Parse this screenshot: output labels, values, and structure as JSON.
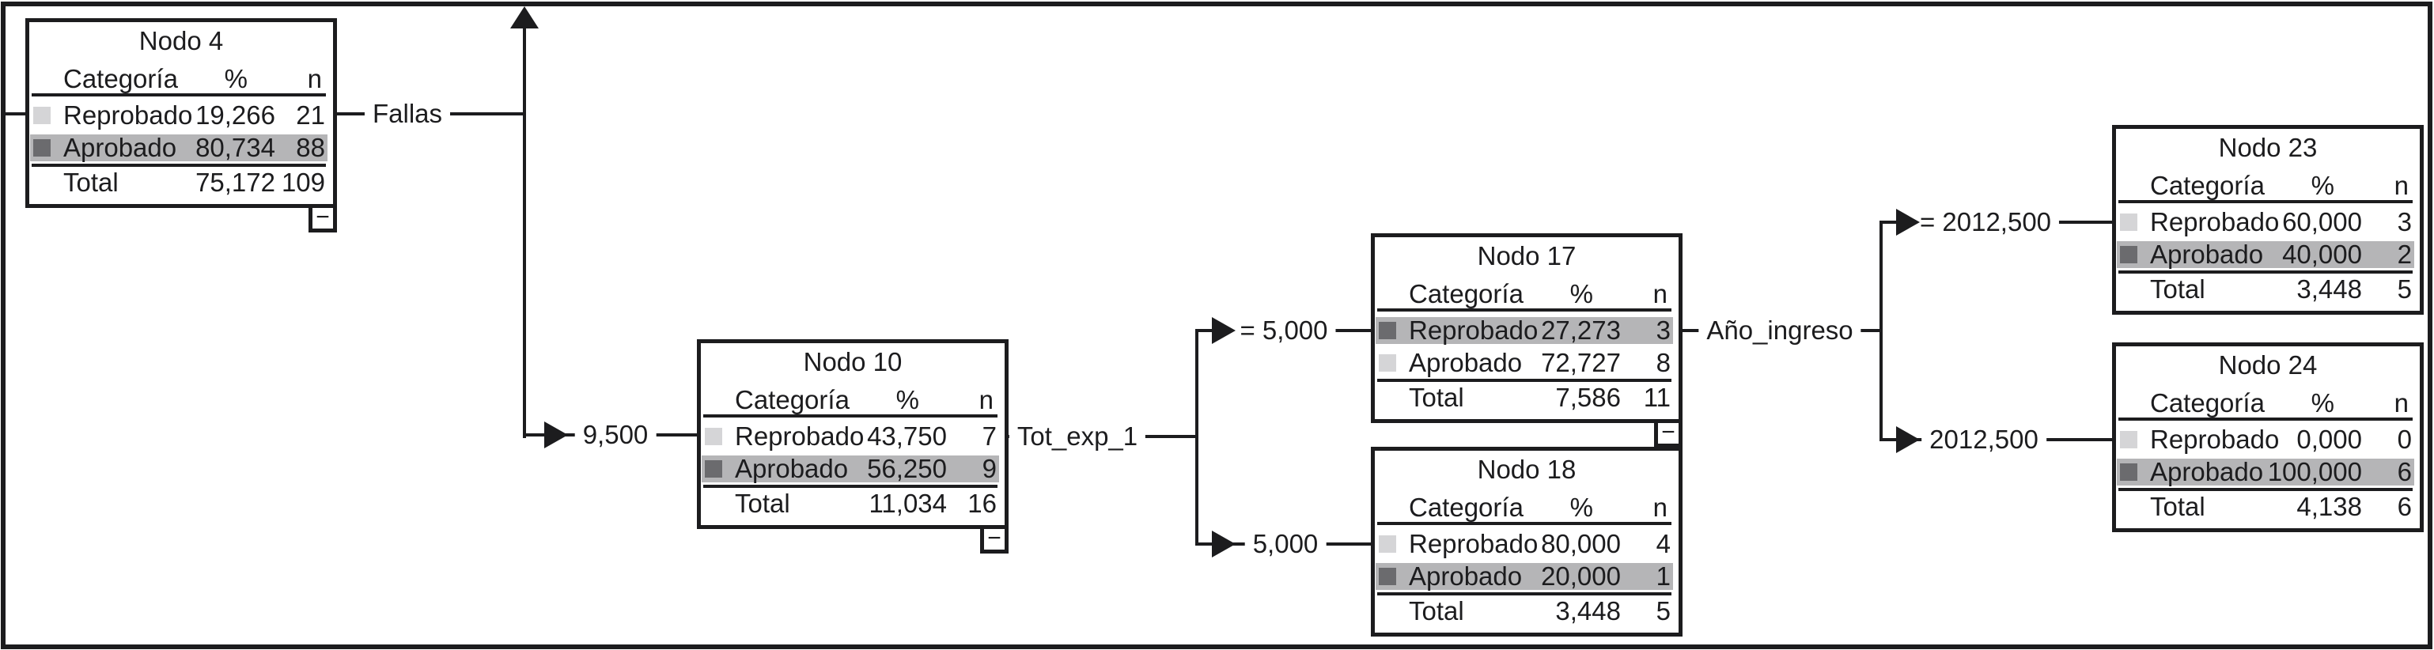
{
  "diagram": {
    "type": "decision-tree",
    "language": "es",
    "collapse_glyph": "−",
    "total_label": "Total",
    "table_header": {
      "category": "Categoría",
      "percent": "%",
      "count": "n"
    },
    "colors": {
      "line": "#1c1c1e",
      "swatch_light": "#d5d5d7",
      "swatch_dark": "#6b6b6e",
      "row_highlight": "#b5b5b7",
      "background": "#ffffff"
    },
    "edges": {
      "fallas": "Fallas",
      "node10_branch": "9,500",
      "tot_exp": "Tot_exp_1",
      "node17_branch": "= 5,000",
      "node18_branch": "5,000",
      "ano_ingreso": "Año_ingreso",
      "node23_branch": "= 2012,500",
      "node24_branch": "2012,500"
    },
    "nodes": [
      {
        "title": "Nodo 4",
        "rows": [
          {
            "category": "Reprobado",
            "percent": "19,266",
            "n": "21",
            "highlighted": false
          },
          {
            "category": "Aprobado",
            "percent": "80,734",
            "n": "88",
            "highlighted": true
          }
        ],
        "total": {
          "percent": "75,172",
          "n": "109"
        },
        "collapsible": true
      },
      {
        "title": "Nodo 10",
        "rows": [
          {
            "category": "Reprobado",
            "percent": "43,750",
            "n": "7",
            "highlighted": false
          },
          {
            "category": "Aprobado",
            "percent": "56,250",
            "n": "9",
            "highlighted": true
          }
        ],
        "total": {
          "percent": "11,034",
          "n": "16"
        },
        "collapsible": true
      },
      {
        "title": "Nodo 17",
        "rows": [
          {
            "category": "Reprobado",
            "percent": "27,273",
            "n": "3",
            "highlighted": true
          },
          {
            "category": "Aprobado",
            "percent": "72,727",
            "n": "8",
            "highlighted": false
          }
        ],
        "total": {
          "percent": "7,586",
          "n": "11"
        },
        "collapsible": true
      },
      {
        "title": "Nodo 18",
        "rows": [
          {
            "category": "Reprobado",
            "percent": "80,000",
            "n": "4",
            "highlighted": false
          },
          {
            "category": "Aprobado",
            "percent": "20,000",
            "n": "1",
            "highlighted": true
          }
        ],
        "total": {
          "percent": "3,448",
          "n": "5"
        },
        "collapsible": false
      },
      {
        "title": "Nodo 23",
        "rows": [
          {
            "category": "Reprobado",
            "percent": "60,000",
            "n": "3",
            "highlighted": false
          },
          {
            "category": "Aprobado",
            "percent": "40,000",
            "n": "2",
            "highlighted": true
          }
        ],
        "total": {
          "percent": "3,448",
          "n": "5"
        },
        "collapsible": false
      },
      {
        "title": "Nodo 24",
        "rows": [
          {
            "category": "Reprobado",
            "percent": "0,000",
            "n": "0",
            "highlighted": false
          },
          {
            "category": "Aprobado",
            "percent": "100,000",
            "n": "6",
            "highlighted": true
          }
        ],
        "total": {
          "percent": "4,138",
          "n": "6"
        },
        "collapsible": false
      }
    ]
  }
}
